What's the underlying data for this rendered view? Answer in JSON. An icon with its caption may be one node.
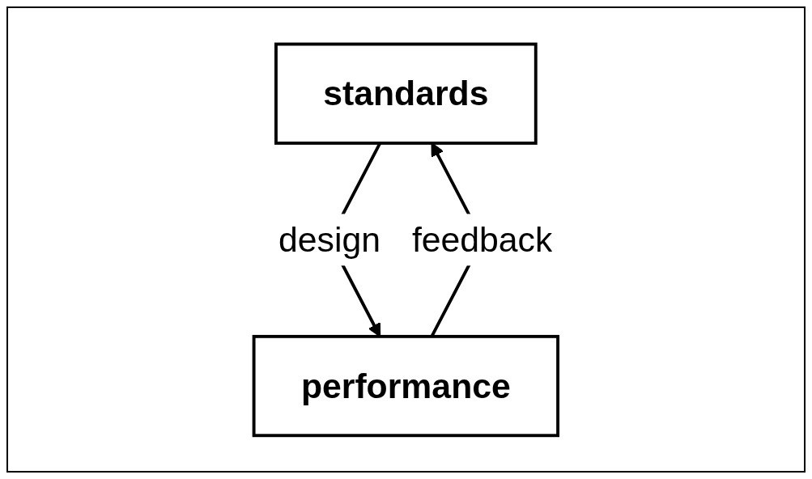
{
  "diagram": {
    "nodes": [
      {
        "text": [
          "standards"
        ]
      },
      {
        "text": [
          "performance"
        ]
      }
    ],
    "edges": [
      {
        "from": 0,
        "to": 1,
        "arrow": "to",
        "label": "design"
      },
      {
        "from": 1,
        "to": 0,
        "arrow": "to",
        "label": "feedback"
      }
    ]
  }
}
